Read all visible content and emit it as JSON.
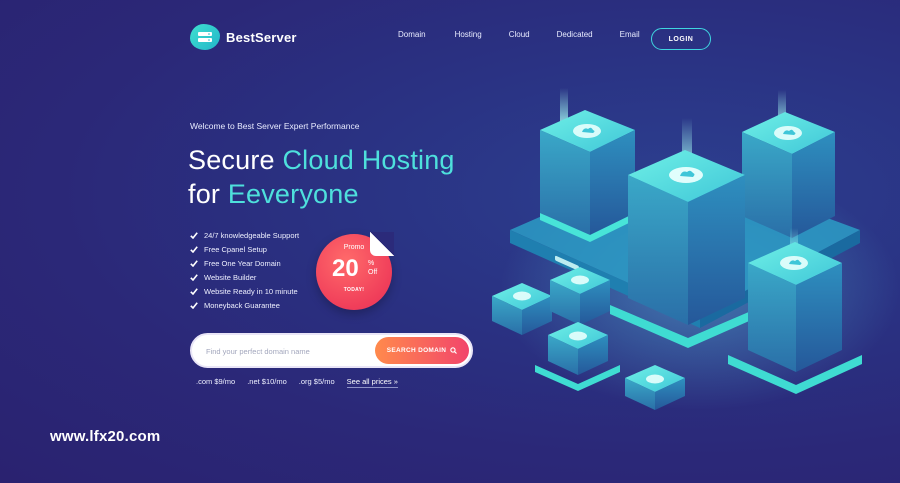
{
  "header": {
    "logo_text": "BestServer",
    "nav": [
      "Domain",
      "Hosting",
      "Cloud",
      "Dedicated",
      "Email"
    ],
    "login_label": "LOGIN"
  },
  "hero": {
    "welcome": "Welcome to Best Server Expert Performance",
    "headline_line1_white": "Secure ",
    "headline_line1_cyan": "Cloud Hosting",
    "headline_line2_white": "for ",
    "headline_line2_cyan": "Eeveryone",
    "features": [
      "24/7 knowledgeable Support",
      "Free Cpanel Setup",
      "Free One Year Domain",
      "Website Builder",
      "Website Ready in 10 minute",
      "Moneyback Guarantee"
    ]
  },
  "promo": {
    "label": "Promo",
    "value": "20",
    "percent": "%",
    "off": "Off",
    "today": "TODAY!"
  },
  "search": {
    "placeholder": "Find your perfect domain name",
    "button_label": "SEARCH DOMAIN"
  },
  "prices": [
    ".com $9/mo",
    ".net $10/mo",
    ".org $5/mo"
  ],
  "see_all_label": "See all prices »",
  "watermark": "www.lfx20.com",
  "colors": {
    "accent_cyan": "#4ee0dc",
    "promo_red": "#f03e5a",
    "button_gradient_start": "#ff8a4c",
    "button_gradient_end": "#f2456b"
  },
  "icons": [
    "logo-server-icon",
    "check-icon",
    "search-icon",
    "cloud-icon"
  ]
}
